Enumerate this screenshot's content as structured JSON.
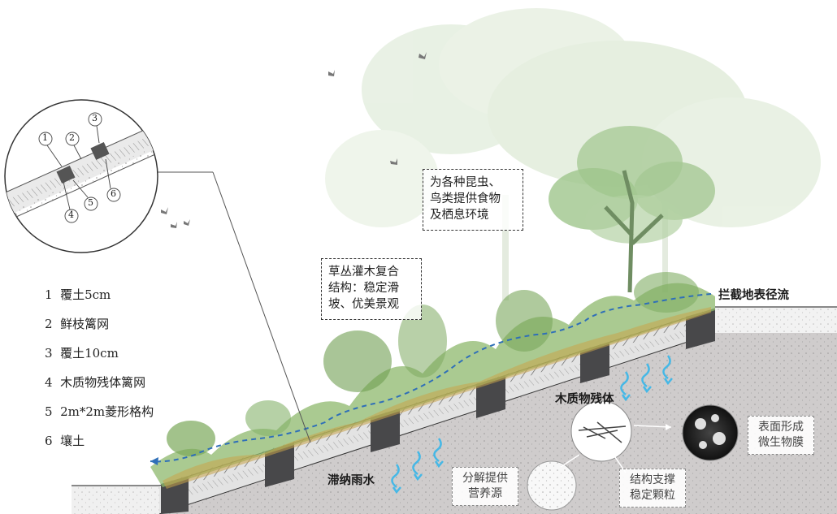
{
  "legend": [
    {
      "num": "1",
      "text": "覆土5cm"
    },
    {
      "num": "2",
      "text": "鲜枝篱网"
    },
    {
      "num": "3",
      "text": "覆土10cm"
    },
    {
      "num": "4",
      "text": "木质物残体篱网"
    },
    {
      "num": "5",
      "text": "2m*2m菱形格构"
    },
    {
      "num": "6",
      "text": "壤土"
    }
  ],
  "detail_markers": [
    "1",
    "2",
    "3",
    "4",
    "5",
    "6"
  ],
  "callouts": {
    "habitat": [
      "为各种昆虫、",
      "鸟类提供食物",
      "及栖息环境"
    ],
    "shrub": [
      "草丛灌木复合",
      "结构：稳定滑",
      "坡、优美景观"
    ],
    "microbe": [
      "表面形成",
      "微生物膜"
    ],
    "nutrient": [
      "分解提供",
      "营养源"
    ],
    "support": [
      "结构支撑",
      "稳定颗粒"
    ]
  },
  "labels": {
    "runoff": "拦截地表径流",
    "woody_debris": "木质物残体",
    "rain_retention": "滞纳雨水"
  },
  "colors": {
    "soil": "#cfcccc",
    "block": "#4a4a4c",
    "vegetation": "#7fae5e",
    "tree": "#b7d3a8",
    "water_arrow": "#46b8e6",
    "flow_line": "#2f6fb8"
  }
}
